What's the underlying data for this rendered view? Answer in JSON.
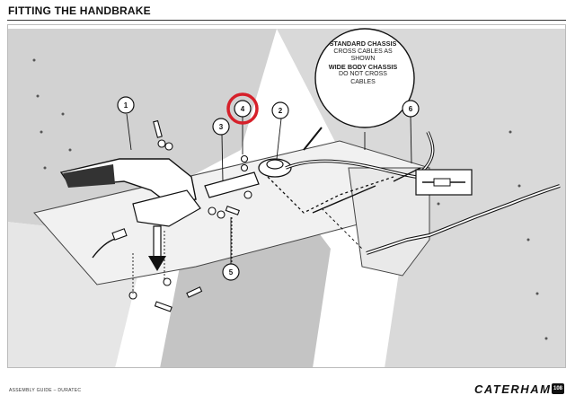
{
  "page": {
    "title": "FITTING THE HANDBRAKE",
    "footer_left": "ASSEMBLY GUIDE – DURATEC",
    "brand": "CATERHAM",
    "page_number": "108"
  },
  "note": {
    "standard_heading": "STANDARD CHASSIS",
    "standard_lines": [
      "CROSS CABLES AS",
      "SHOWN"
    ],
    "wide_heading": "WIDE BODY CHASSIS",
    "wide_lines": [
      "DO NOT CROSS",
      "CABLES"
    ]
  },
  "callouts": [
    {
      "label": "1"
    },
    {
      "label": "2"
    },
    {
      "label": "3"
    },
    {
      "label": "4",
      "highlighted": true
    },
    {
      "label": "5"
    },
    {
      "label": "6"
    }
  ],
  "colors": {
    "highlight": "#d6202a",
    "panel_dark": "#c9c9c9",
    "panel_light": "#ececec",
    "line": "#1a1a1a"
  },
  "icons": [
    "handbrake-lever-icon",
    "pivot-bolt-icon",
    "cable-pulley-icon",
    "cable-icon",
    "sensor-plug-icon"
  ]
}
